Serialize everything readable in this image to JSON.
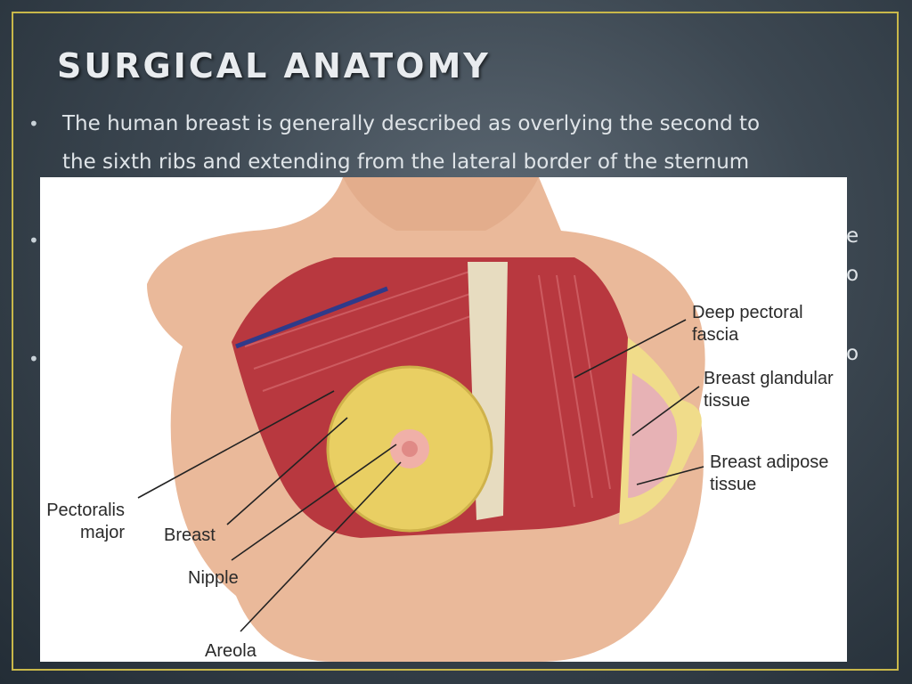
{
  "slide": {
    "title": "SURGICAL ANATOMY",
    "bullets": [
      {
        "line1": "The human breast is generally described as overlying the second to",
        "line2": "the sixth ribs and extending from the lateral border of the sternum"
      }
    ],
    "partial_bullets": 2,
    "edge_fragments": [
      "e",
      "o",
      "o"
    ]
  },
  "figure": {
    "labels": {
      "deep_pectoral_fascia": [
        "Deep pectoral",
        "fascia"
      ],
      "breast_glandular_tissue": [
        "Breast glandular",
        "tissue"
      ],
      "breast_adipose_tissue": [
        "Breast adipose",
        "tissue"
      ],
      "pectoralis_major": [
        "Pectoralis",
        "major"
      ],
      "breast": "Breast",
      "nipple": "Nipple",
      "areola": "Areola"
    }
  },
  "colors": {
    "frame": "#c9b84a",
    "skin": "#eab99a",
    "muscle": "#b8383f",
    "gland": "#e9cf63",
    "fascia": "#e7dcc0"
  }
}
